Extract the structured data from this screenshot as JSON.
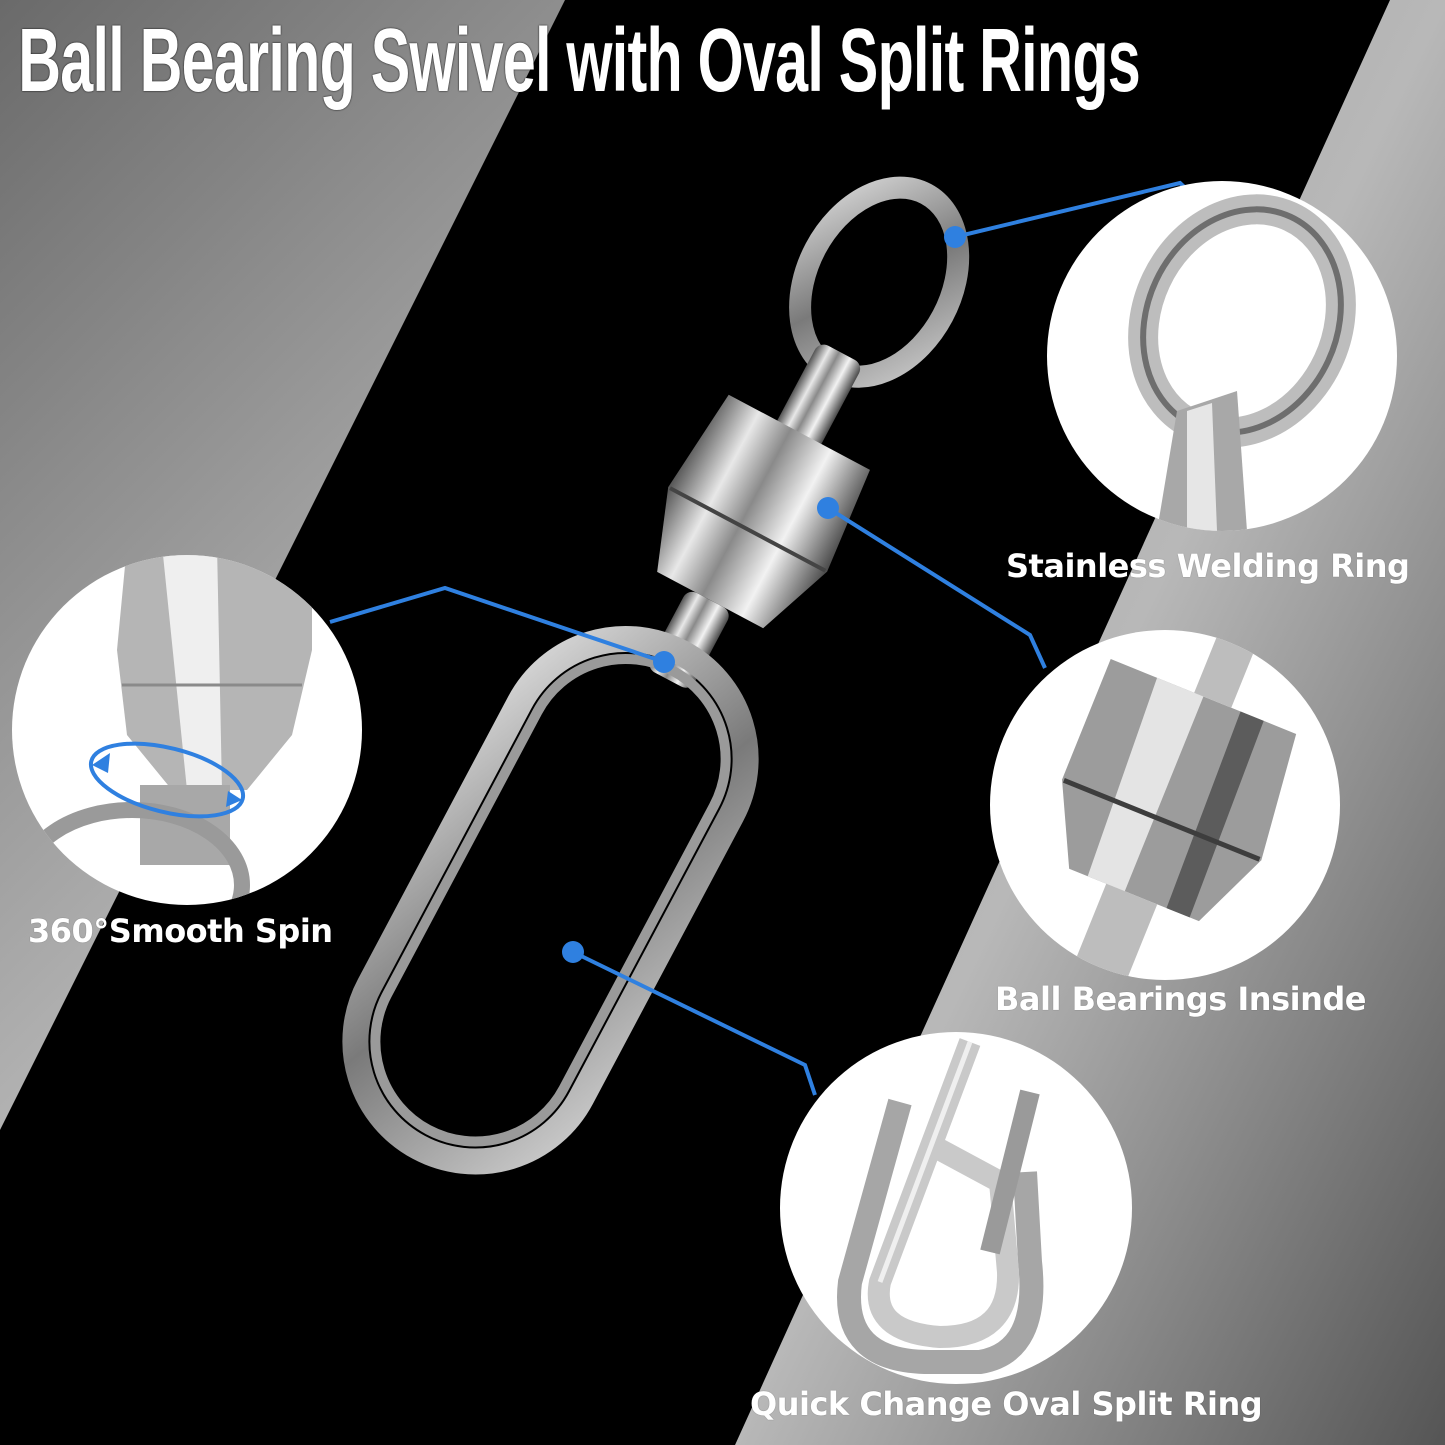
{
  "title": "Ball Bearing Swivel with Oval Split Rings",
  "colors": {
    "background_light": "#c8c8c8",
    "background_dark": "#6e6e6e",
    "band": "#000000",
    "accent": "#2f80e0",
    "text": "#ffffff"
  },
  "callouts": [
    {
      "id": "welding-ring",
      "label": "Stainless Welding Ring"
    },
    {
      "id": "ball-bearings",
      "label": "Ball Bearings Insinde"
    },
    {
      "id": "smooth-spin",
      "label": "360°Smooth Spin"
    },
    {
      "id": "split-ring",
      "label": "Quick Change Oval Split Ring"
    }
  ],
  "product": {
    "name": "Ball bearing swivel with oval split ring",
    "parts": [
      "welding ring",
      "bearing barrel",
      "oval split ring"
    ]
  }
}
